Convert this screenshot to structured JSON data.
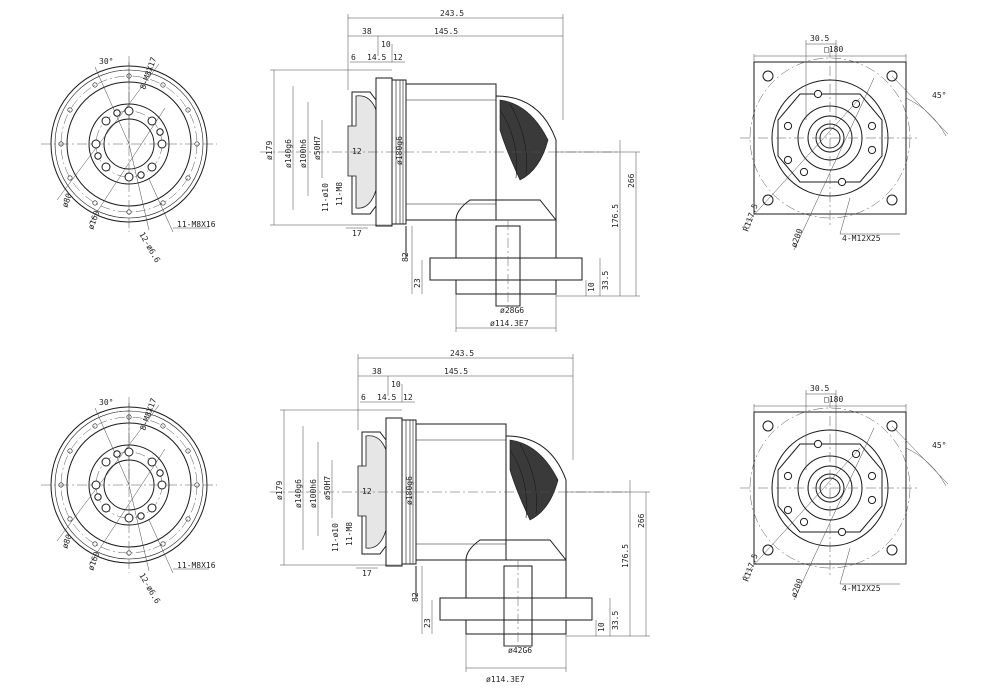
{
  "views": [
    {
      "flange_left": {
        "angle": "30°",
        "tap_label": "8-M8X17",
        "pitch_small": "ø80",
        "pitch_large": "ø160",
        "hole_label": "11-M8X16",
        "pin_label": "12-ø6.6"
      },
      "side": {
        "overall": "243.5",
        "d38": "38",
        "d145": "145.5",
        "d10": "10",
        "d6": "6",
        "d14": "14.5",
        "d12": "12",
        "d12b": "12",
        "d179": "ø179",
        "d140": "ø140g6",
        "d100": "ø100h6",
        "d50": "ø50H7",
        "d180": "ø180g6",
        "d11p": "11-ø10",
        "d11m": "11-M8",
        "d17": "17",
        "d82": "82",
        "d23": "23",
        "d10b": "10",
        "d33": "33.5",
        "d176": "176.5",
        "d266": "266",
        "shaft": "ø28G6",
        "bore": "ø114.3E7"
      },
      "flange_right": {
        "square": "□180",
        "d30": "30.5",
        "angle45": "45°",
        "r117": "R117.5",
        "d200": "ø200",
        "tap": "4-M12X25"
      }
    },
    {
      "flange_left": {
        "angle": "30°",
        "tap_label": "8-M8X17",
        "pitch_small": "ø80",
        "pitch_large": "ø160",
        "hole_label": "11-M8X16",
        "pin_label": "12-ø6.6"
      },
      "side": {
        "overall": "243.5",
        "d38": "38",
        "d145": "145.5",
        "d10": "10",
        "d6": "6",
        "d14": "14.5",
        "d12": "12",
        "d12b": "12",
        "d179": "ø179",
        "d140": "ø140g6",
        "d100": "ø100h6",
        "d50": "ø50H7",
        "d180": "ø180g6",
        "d11p": "11-ø10",
        "d11m": "11-M8",
        "d17": "17",
        "d82": "82",
        "d23": "23",
        "d10b": "10",
        "d33": "33.5",
        "d176": "176.5",
        "d266": "266",
        "shaft": "ø42G6",
        "bore": "ø114.3E7"
      },
      "flange_right": {
        "square": "□180",
        "d30": "30.5",
        "angle45": "45°",
        "r117": "R117.5",
        "d200": "ø200",
        "tap": "4-M12X25"
      }
    }
  ]
}
